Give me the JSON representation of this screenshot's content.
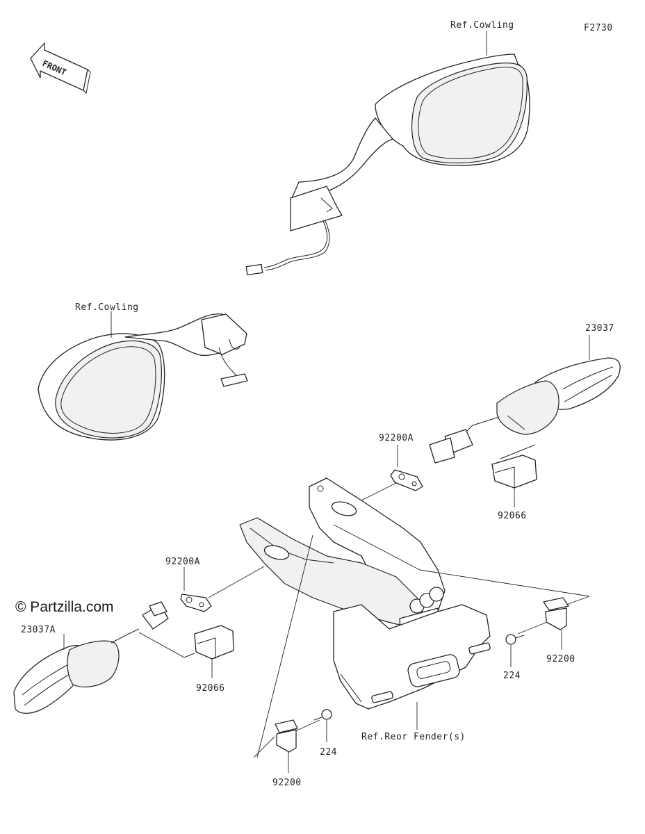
{
  "figure_code": "F2730",
  "front_arrow_label": "FRONT",
  "watermark": "© Partzilla.com",
  "callouts": {
    "ref_cowling_upper": "Ref.Cowling",
    "ref_cowling_lower": "Ref.Cowling",
    "ref_rear_fenders": "Ref.Reor Fender(s)",
    "part_23037": "23037",
    "part_23037a": "23037A",
    "part_92200a_right": "92200A",
    "part_92200a_left": "92200A",
    "part_92066_right": "92066",
    "part_92066_left": "92066",
    "part_224_right": "224",
    "part_224_left": "224",
    "part_92200_right": "92200",
    "part_92200_left": "92200"
  }
}
